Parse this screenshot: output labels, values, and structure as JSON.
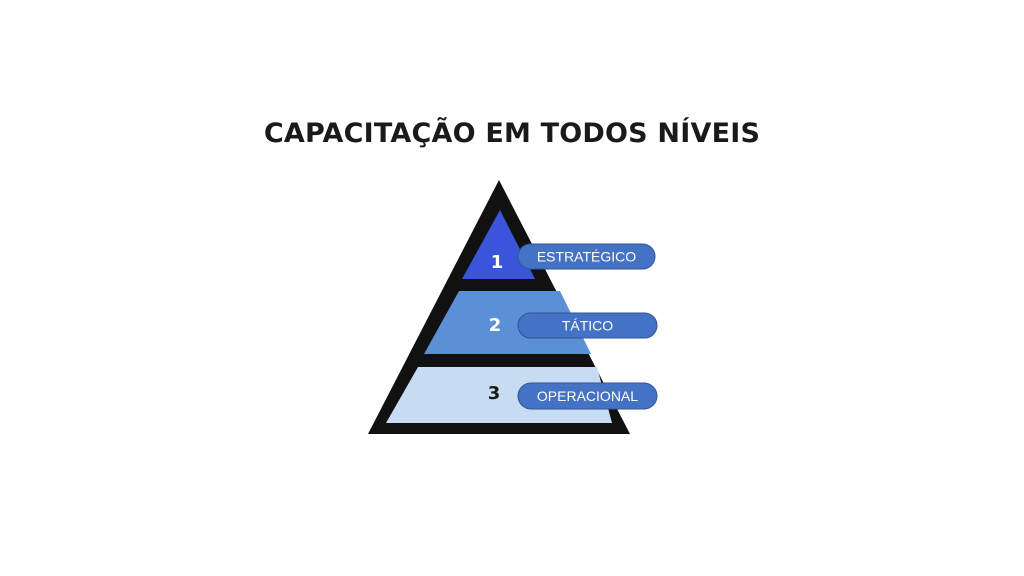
{
  "title": "CAPACITAÇÃO EM TODOS NÍVEIS",
  "pyramid": {
    "levels": [
      {
        "number": "1",
        "label": "ESTRATÉGICO",
        "fill": "#3a55d9",
        "number_color": "#ffffff"
      },
      {
        "number": "2",
        "label": "TÁTICO",
        "fill": "#5b8fd6",
        "number_color": "#ffffff"
      },
      {
        "number": "3",
        "label": "OPERACIONAL",
        "fill": "#c7dbf2",
        "number_color": "#1a1a1a"
      }
    ],
    "outline_color": "#111111",
    "pill_fill": "#4472c4",
    "pill_stroke": "#2f5597"
  }
}
